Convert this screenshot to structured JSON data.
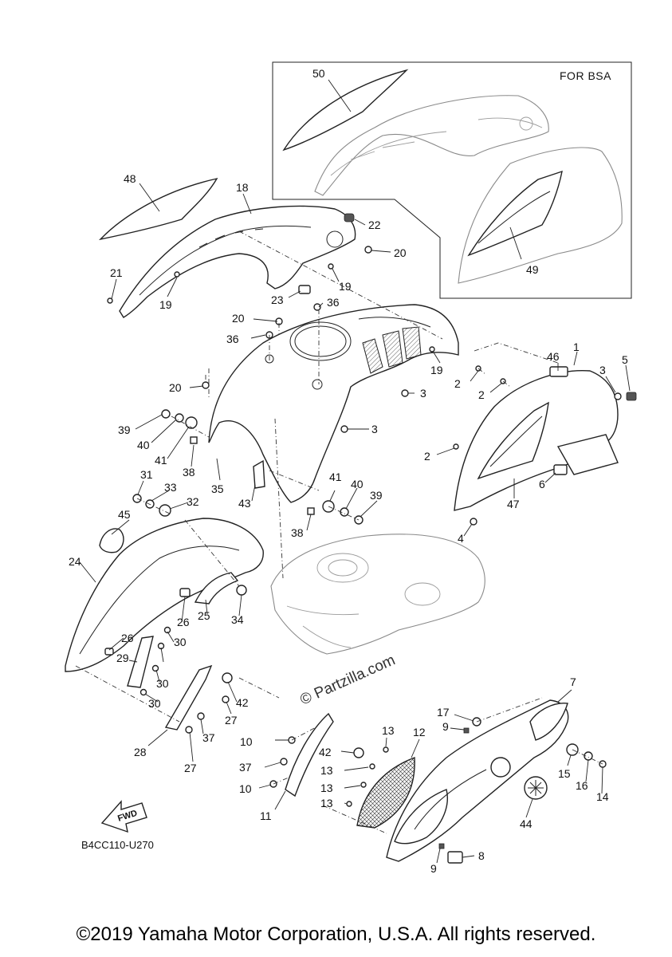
{
  "inset": {
    "label": "FOR BSA"
  },
  "callouts": [
    {
      "id": "c50",
      "text": "50"
    },
    {
      "id": "c48",
      "text": "48"
    },
    {
      "id": "c18",
      "text": "18"
    },
    {
      "id": "c22",
      "text": "22"
    },
    {
      "id": "c20a",
      "text": "20"
    },
    {
      "id": "c21",
      "text": "21"
    },
    {
      "id": "c19a",
      "text": "19"
    },
    {
      "id": "c19b",
      "text": "19"
    },
    {
      "id": "c23",
      "text": "23"
    },
    {
      "id": "c36a",
      "text": "36"
    },
    {
      "id": "c20b",
      "text": "20"
    },
    {
      "id": "c36b",
      "text": "36"
    },
    {
      "id": "c49",
      "text": "49"
    },
    {
      "id": "c19c",
      "text": "19"
    },
    {
      "id": "c46",
      "text": "46"
    },
    {
      "id": "c1",
      "text": "1"
    },
    {
      "id": "c3a",
      "text": "3"
    },
    {
      "id": "c5",
      "text": "5"
    },
    {
      "id": "c2a",
      "text": "2"
    },
    {
      "id": "c2b",
      "text": "2"
    },
    {
      "id": "c20c",
      "text": "20"
    },
    {
      "id": "c3b",
      "text": "3"
    },
    {
      "id": "c3c",
      "text": "3"
    },
    {
      "id": "c39a",
      "text": "39"
    },
    {
      "id": "c40a",
      "text": "40"
    },
    {
      "id": "c41a",
      "text": "41"
    },
    {
      "id": "c38a",
      "text": "38"
    },
    {
      "id": "c35",
      "text": "35"
    },
    {
      "id": "c2c",
      "text": "2"
    },
    {
      "id": "c6",
      "text": "6"
    },
    {
      "id": "c47",
      "text": "47"
    },
    {
      "id": "c31",
      "text": "31"
    },
    {
      "id": "c33",
      "text": "33"
    },
    {
      "id": "c32",
      "text": "32"
    },
    {
      "id": "c43",
      "text": "43"
    },
    {
      "id": "c41b",
      "text": "41"
    },
    {
      "id": "c40b",
      "text": "40"
    },
    {
      "id": "c39b",
      "text": "39"
    },
    {
      "id": "c45",
      "text": "45"
    },
    {
      "id": "c38b",
      "text": "38"
    },
    {
      "id": "c4",
      "text": "4"
    },
    {
      "id": "c24",
      "text": "24"
    },
    {
      "id": "c34",
      "text": "34"
    },
    {
      "id": "c26a",
      "text": "26"
    },
    {
      "id": "c25",
      "text": "25"
    },
    {
      "id": "c26b",
      "text": "26"
    },
    {
      "id": "c30a",
      "text": "30"
    },
    {
      "id": "c29",
      "text": "29"
    },
    {
      "id": "c30b",
      "text": "30"
    },
    {
      "id": "c30c",
      "text": "30"
    },
    {
      "id": "c42a",
      "text": "42"
    },
    {
      "id": "c27a",
      "text": "27"
    },
    {
      "id": "c37a",
      "text": "37"
    },
    {
      "id": "c28",
      "text": "28"
    },
    {
      "id": "c27b",
      "text": "27"
    },
    {
      "id": "c7",
      "text": "7"
    },
    {
      "id": "c17",
      "text": "17"
    },
    {
      "id": "c9a",
      "text": "9"
    },
    {
      "id": "c13a",
      "text": "13"
    },
    {
      "id": "c12",
      "text": "12"
    },
    {
      "id": "c10a",
      "text": "10"
    },
    {
      "id": "c42b",
      "text": "42"
    },
    {
      "id": "c37b",
      "text": "37"
    },
    {
      "id": "c13b",
      "text": "13"
    },
    {
      "id": "c10b",
      "text": "10"
    },
    {
      "id": "c13c",
      "text": "13"
    },
    {
      "id": "c15",
      "text": "15"
    },
    {
      "id": "c16",
      "text": "16"
    },
    {
      "id": "c14",
      "text": "14"
    },
    {
      "id": "c13d",
      "text": "13"
    },
    {
      "id": "c11",
      "text": "11"
    },
    {
      "id": "c44",
      "text": "44"
    },
    {
      "id": "c8",
      "text": "8"
    },
    {
      "id": "c9b",
      "text": "9"
    }
  ],
  "fwd_label": "FWD",
  "diagram_code": "B4CC110-U270",
  "watermark": "© Partzilla.com",
  "copyright": "©2019 Yamaha Motor Corporation, U.S.A. All rights reserved."
}
